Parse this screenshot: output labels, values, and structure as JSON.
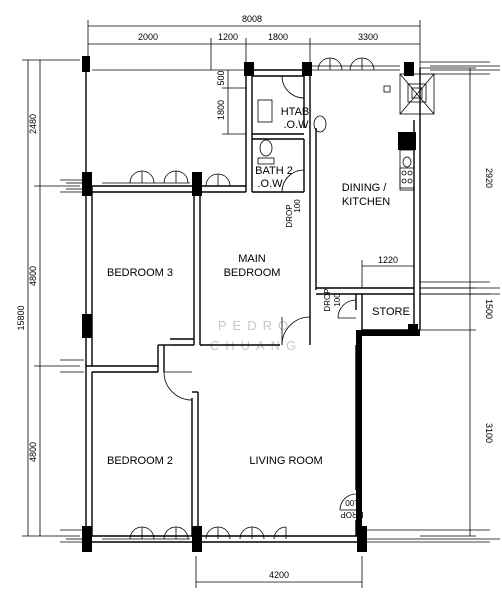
{
  "rooms": {
    "bedroom_3": "BEDROOM 3",
    "main_bedroom_1": "MAIN",
    "main_bedroom_2": "BEDROOM",
    "bedroom_2": "BEDROOM 2",
    "living_room": "LIVING ROOM",
    "dining_1": "DINING /",
    "dining_2": "KITCHEN",
    "store": "STORE",
    "htab_1": "HTAB",
    "htab_2": ".O.W",
    "bath2_1": "BATH 2",
    "bath2_2": ".O.W"
  },
  "labels": {
    "drop_1": "DROP",
    "drop_1b": "100",
    "drop_2": "DROP",
    "drop_2b": "100",
    "drop_3": "DROP",
    "drop_3b": "100"
  },
  "dimensions": {
    "total_top": "8008",
    "top_1": "2000",
    "top_2": "1200",
    "top_3": "1800",
    "top_4": "3300",
    "left_total": "15800",
    "left_1": "2480",
    "left_2": "4800",
    "left_3": "4800",
    "left_inner_1": "1800",
    "left_inner_2": "500",
    "right_1": "2920",
    "right_2": "1500",
    "right_3": "3100",
    "inner_1220": "1220",
    "bottom": "4200"
  },
  "watermark": {
    "line1": "PEDRO",
    "line2": "CHUANG"
  }
}
